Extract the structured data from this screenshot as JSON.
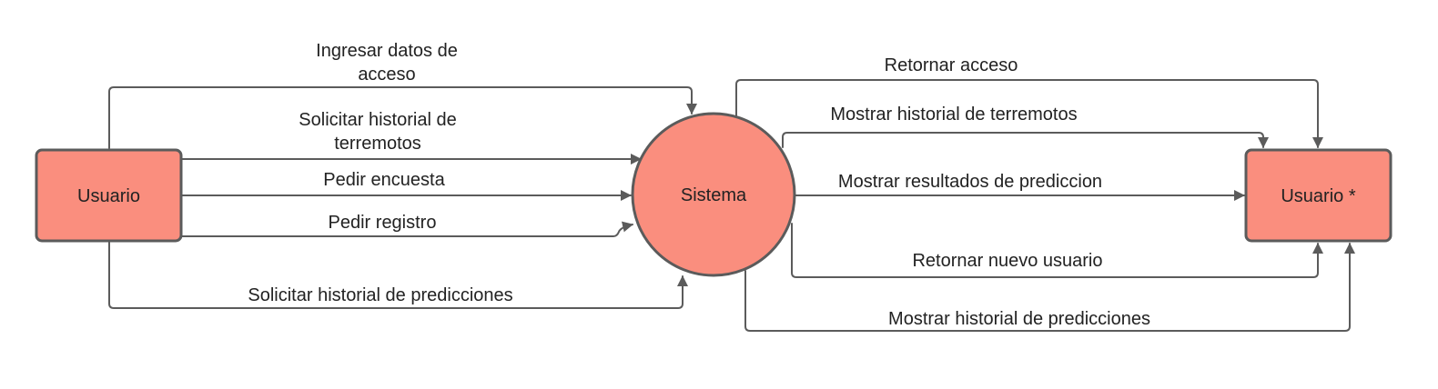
{
  "colors": {
    "node_fill": "#FA8E7E",
    "stroke": "#5b5b5b",
    "text": "#222222"
  },
  "nodes": {
    "usuario": "Usuario",
    "sistema": "Sistema",
    "usuario_star": "Usuario *"
  },
  "flows": {
    "ingresar_1": "Ingresar datos de",
    "ingresar_2": "acceso",
    "solicitar_terremotos_1": "Solicitar historial de",
    "solicitar_terremotos_2": "terremotos",
    "pedir_encuesta": "Pedir encuesta",
    "pedir_registro": "Pedir registro",
    "solicitar_predicciones": "Solicitar historial de predicciones",
    "retornar_acceso": "Retornar acceso",
    "mostrar_terremotos": "Mostrar historial de terremotos",
    "mostrar_resultados": "Mostrar resultados de prediccion",
    "retornar_nuevo_usuario": "Retornar nuevo usuario",
    "mostrar_predicciones": "Mostrar historial de predicciones"
  }
}
